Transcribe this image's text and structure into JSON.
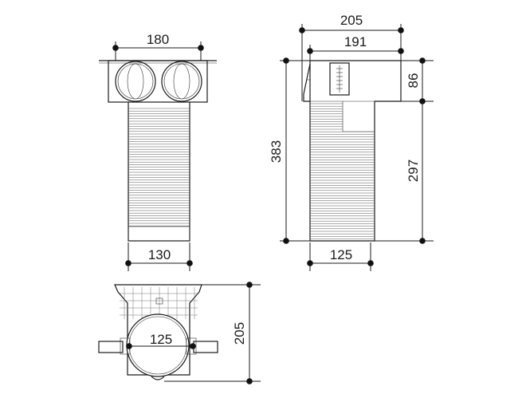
{
  "colors": {
    "background": "#ffffff",
    "line": "#1a1a1a",
    "dot": "#111111"
  },
  "front_view": {
    "width_top": "180",
    "width_bottom": "130"
  },
  "side_view": {
    "width_outer": "205",
    "width_inner": "191",
    "height_total": "383",
    "height_box": "86",
    "height_tube": "297",
    "width_bottom": "125"
  },
  "top_view": {
    "diameter": "125",
    "depth": "205"
  }
}
